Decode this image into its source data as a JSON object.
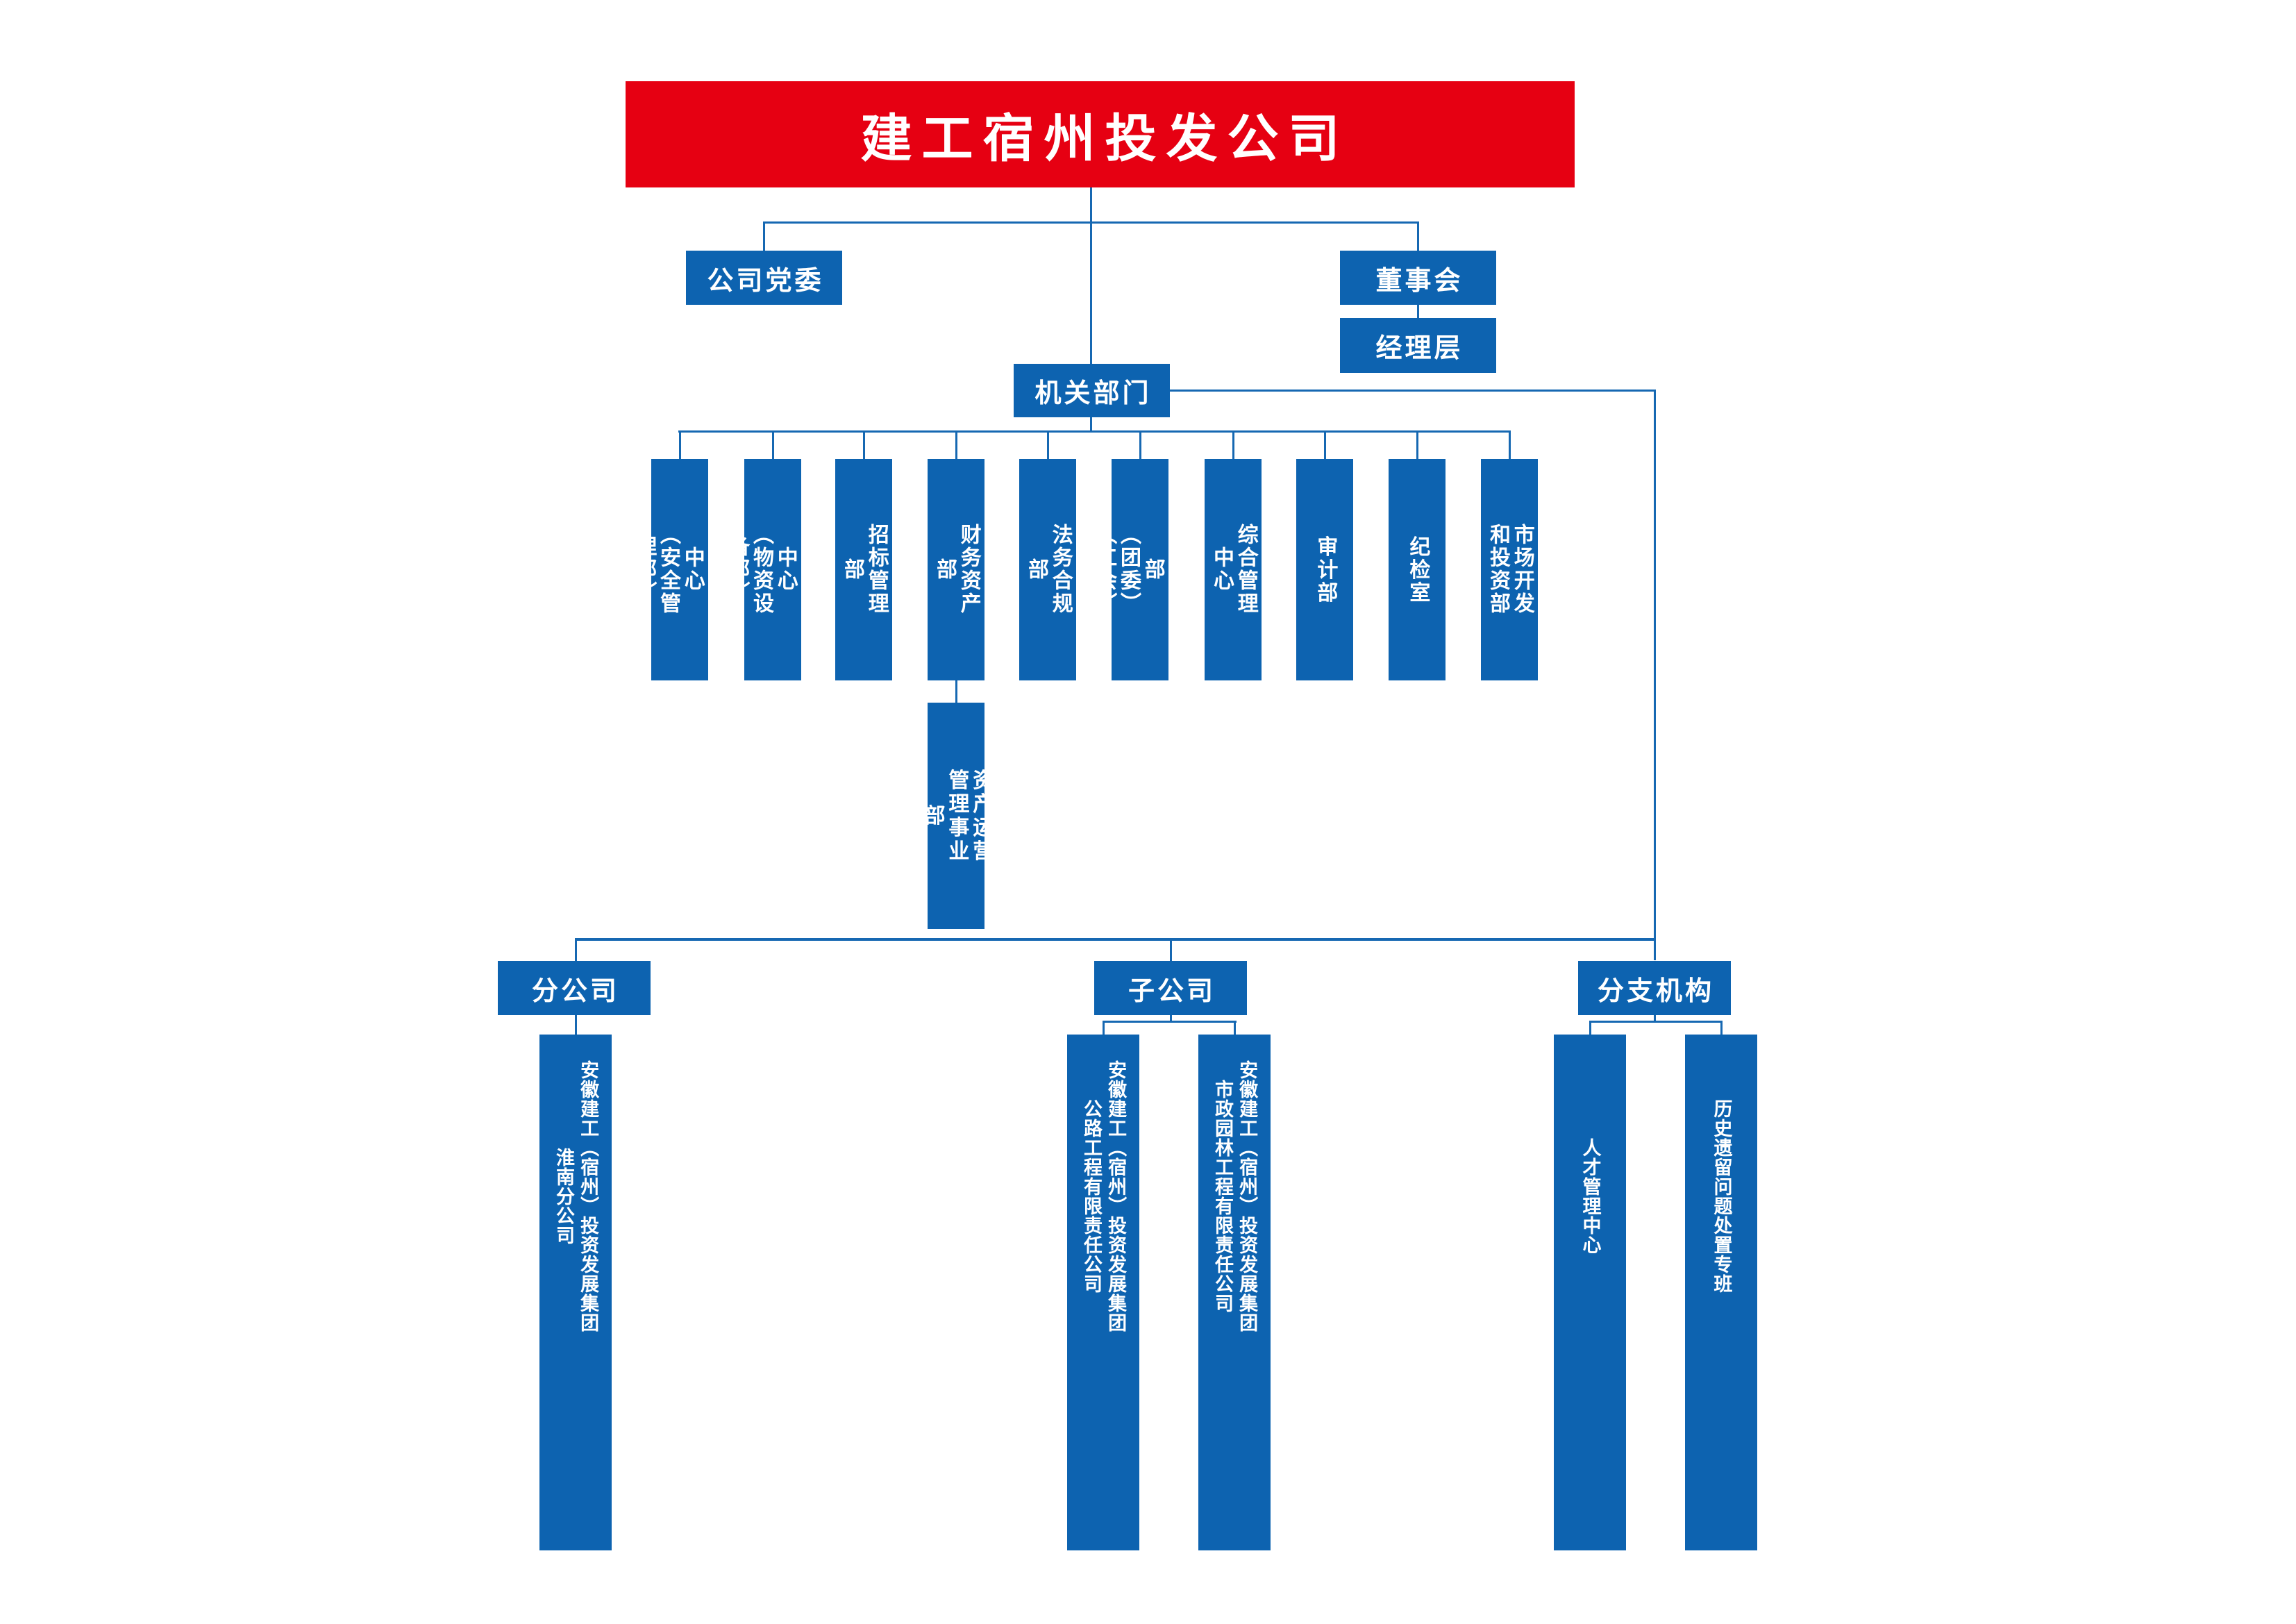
{
  "colors": {
    "banner_red": "#e60012",
    "box_blue": "#0d63b0",
    "line_blue": "#1668b2",
    "text_white": "#ffffff"
  },
  "banner": {
    "title": "建工宿州投发公司"
  },
  "top_level": {
    "party_committee": "公司党委",
    "board": "董事会",
    "management": "经理层"
  },
  "hq": {
    "label": "机关部门",
    "departments": [
      {
        "text": "工程管理中心\n（安全管理部）"
      },
      {
        "text": "成本管理中心\n（物资设备部）"
      },
      {
        "text": "招标管理部"
      },
      {
        "text": "财务资产部"
      },
      {
        "text": "法务合规部"
      },
      {
        "text": "党委组织部\n（团委）（工会）"
      },
      {
        "text": "综合管理中心"
      },
      {
        "text": "审计部"
      },
      {
        "text": "纪检室"
      },
      {
        "text": "市场开发和投资部"
      }
    ],
    "asset_division": "资产运营管理事业部"
  },
  "groups": [
    {
      "label": "分公司",
      "children": [
        "安徽建工（宿州）投资发展集团\n淮南分公司"
      ]
    },
    {
      "label": "子公司",
      "children": [
        "安徽建工（宿州）投资发展集团\n公路工程有限责任公司",
        "安徽建工（宿州）投资发展集团\n市政园林工程有限责任公司"
      ]
    },
    {
      "label": "分支机构",
      "children": [
        "人才管理中心",
        "历史遗留问题处置专班"
      ]
    }
  ]
}
